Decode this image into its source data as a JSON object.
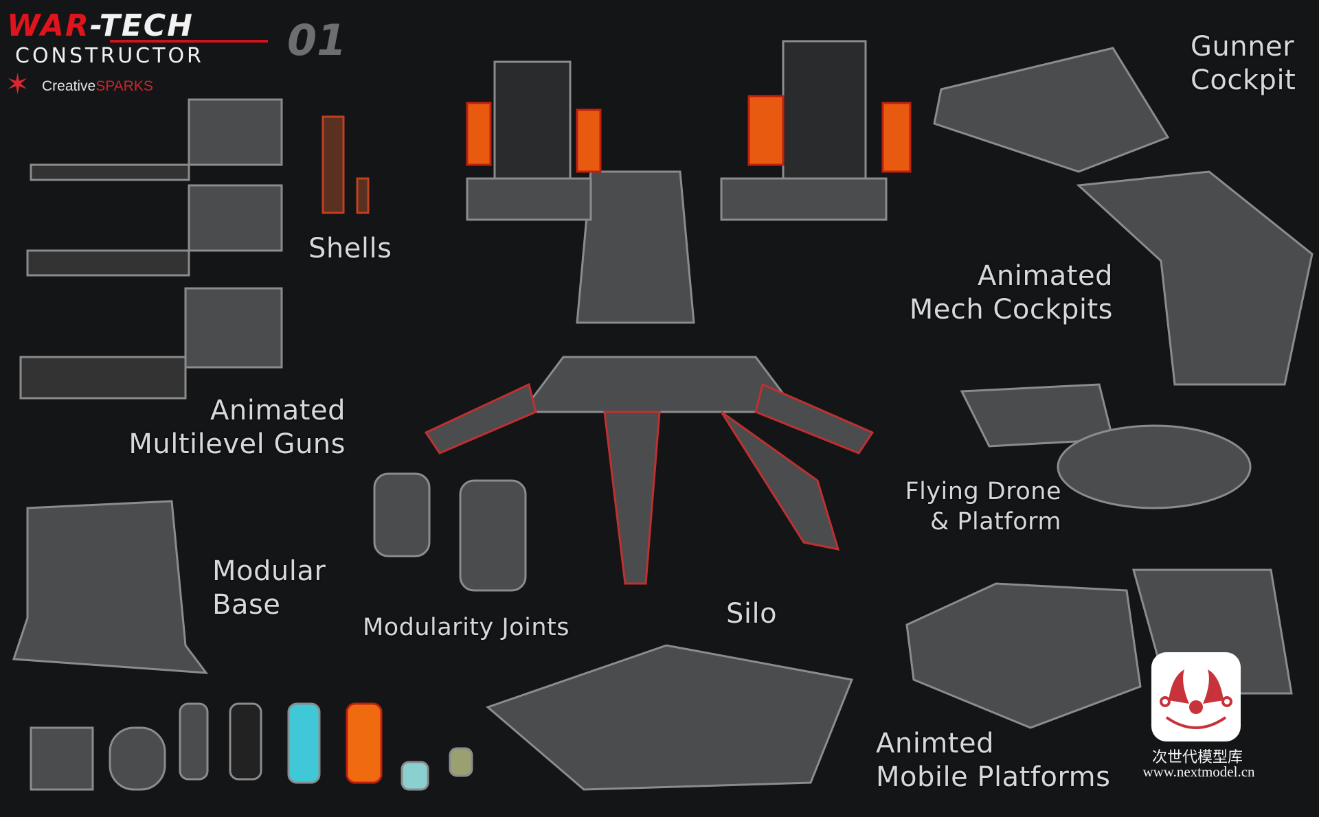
{
  "logo": {
    "war": "WAR",
    "tech": "-TECH",
    "constructor": "CONSTRUCTOR",
    "number": "01",
    "publisher_a": "Creative",
    "publisher_b": "SPARKS"
  },
  "labels": {
    "gunner_cockpit": [
      "Gunner",
      "Cockpit"
    ],
    "shells": "Shells",
    "mech_cockpits": [
      "Animated",
      "Mech Cockpits"
    ],
    "multilevel_guns": [
      "Animated",
      "Multilevel Guns"
    ],
    "flying_drone": [
      "Flying Drone",
      "& Platform"
    ],
    "modular_base": [
      "Modular",
      "Base"
    ],
    "modularity_joints": "Modularity Joints",
    "silo": "Silo",
    "mobile_platforms": [
      "Animted",
      "Mobile Platforms"
    ]
  },
  "watermark": {
    "name": "次世代模型库",
    "url": "www.nextmodel.cn"
  },
  "colors": {
    "background": "#141517",
    "brand_red": "#e0141c",
    "label": "#d6d8da"
  }
}
